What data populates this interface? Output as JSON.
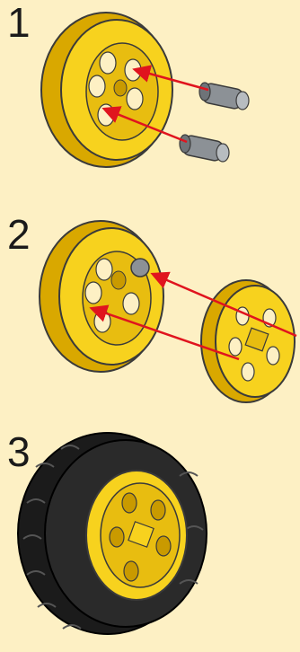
{
  "steps": [
    {
      "number": "1"
    },
    {
      "number": "2"
    },
    {
      "number": "3"
    }
  ],
  "colors": {
    "background": "#fdf0c4",
    "rim_yellow": "#f7d21e",
    "rim_shade": "#d9a800",
    "outline": "#3a3a3a",
    "arrow": "#e0141e",
    "pin_gray": "#8c9196",
    "tire_black": "#1b1b1b"
  },
  "icons": [
    "wheel-rim-icon",
    "connector-pin-icon",
    "hub-disc-icon",
    "tire-icon",
    "assembly-arrow-icon"
  ]
}
